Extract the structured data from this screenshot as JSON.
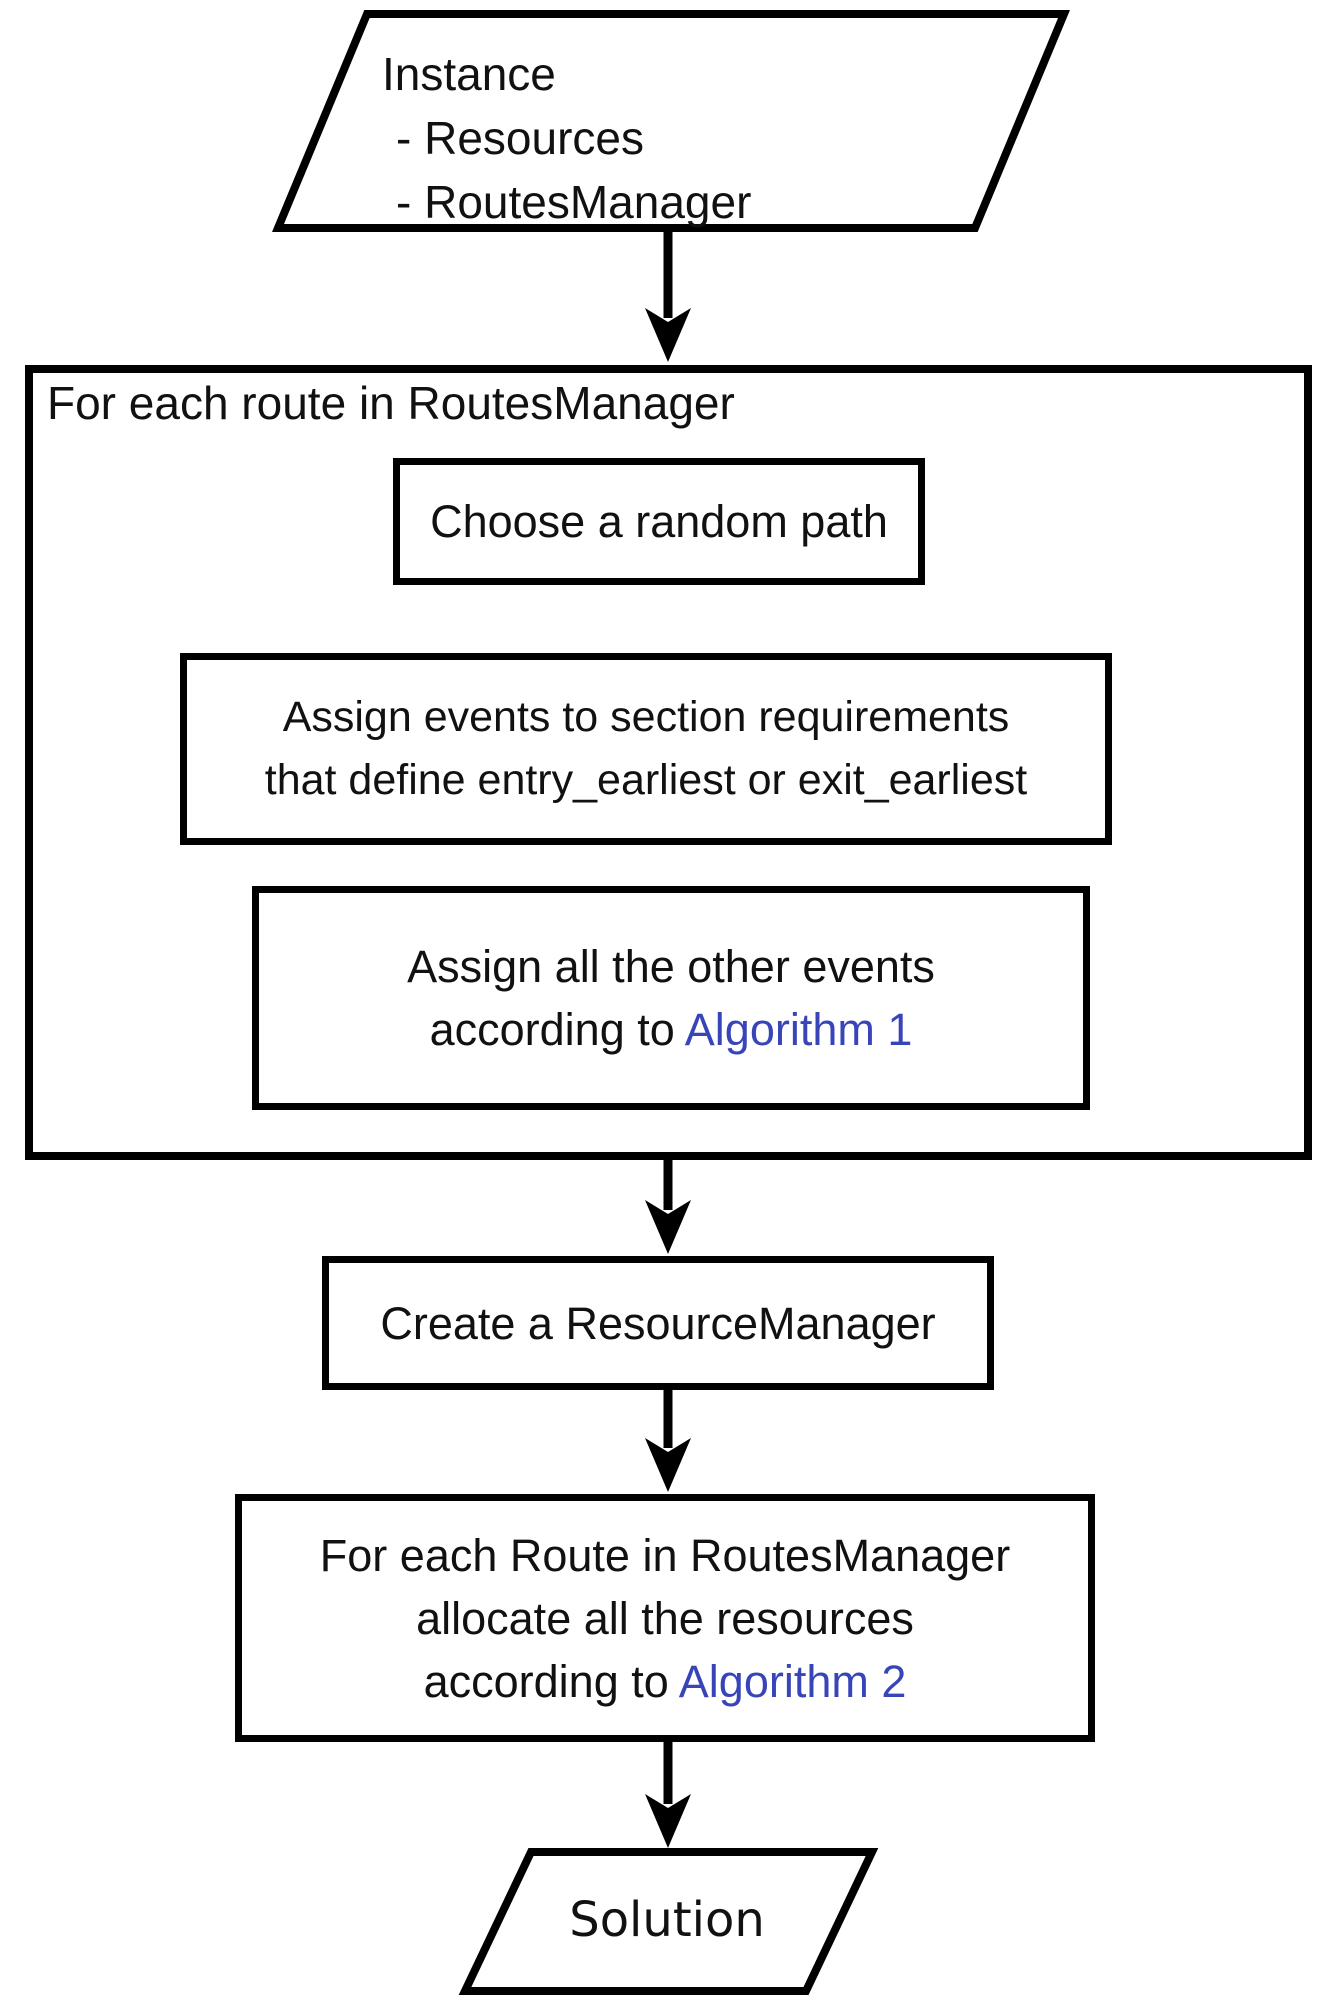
{
  "nodes": {
    "instance_line1": "Instance",
    "instance_line2": "- Resources",
    "instance_line3": "- RoutesManager",
    "loop_label": "For each route in RoutesManager",
    "step1": "Choose a random path",
    "step2_line1": "Assign events to section requirements",
    "step2_line2": "that define entry_earliest or exit_earliest",
    "step3_line1": "Assign all the other events",
    "step3_line2_prefix": "according to ",
    "step3_link": "Algorithm 1",
    "create_manager": "Create a ResourceManager",
    "alloc_line1": "For each Route in RoutesManager",
    "alloc_line2": "allocate all the resources",
    "alloc_line3_prefix": "according to ",
    "alloc_link": "Algorithm 2",
    "solution": "Solution"
  },
  "colors": {
    "stroke": "#000000",
    "text": "#111111",
    "link": "#3845b8",
    "background": "#ffffff"
  }
}
